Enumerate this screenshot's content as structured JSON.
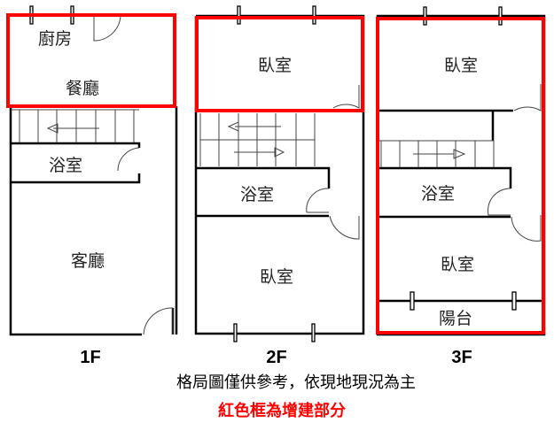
{
  "floors": [
    {
      "label": "1F",
      "rooms": [
        "廚房",
        "餐廳",
        "浴室",
        "客廳"
      ]
    },
    {
      "label": "2F",
      "rooms": [
        "臥室",
        "浴室",
        "臥室"
      ]
    },
    {
      "label": "3F",
      "rooms": [
        "臥室",
        "浴室",
        "臥室",
        "陽台"
      ]
    }
  ],
  "caption": "格局圖僅供參考，依現地現況為主",
  "note": "紅色框為增建部分",
  "colors": {
    "highlight": "#ff0000",
    "wall": "#000000"
  }
}
